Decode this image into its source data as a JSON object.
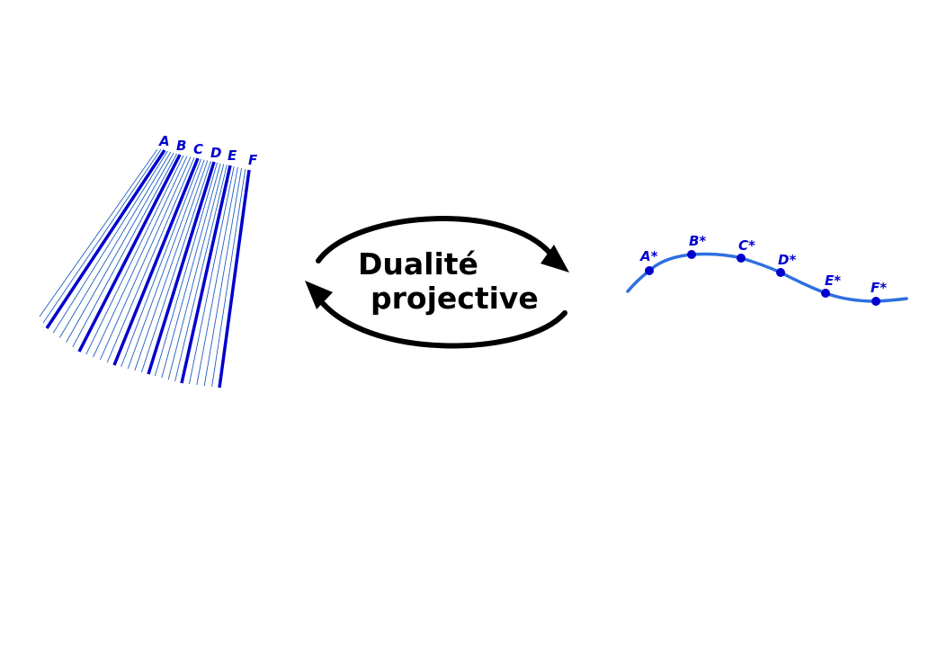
{
  "title": {
    "line1": "Dualité",
    "line2": "projective"
  },
  "lines": {
    "labels": [
      "A",
      "B",
      "C",
      "D",
      "E",
      "F"
    ]
  },
  "curve": {
    "point_labels": [
      "A*",
      "B*",
      "C*",
      "D*",
      "E*",
      "F*"
    ]
  },
  "colors": {
    "main_lines": "#0000cc",
    "thin_lines": "#1f5fbf",
    "curve": "#2f6fe0",
    "points": "#0000cc",
    "arrows": "#000000"
  }
}
